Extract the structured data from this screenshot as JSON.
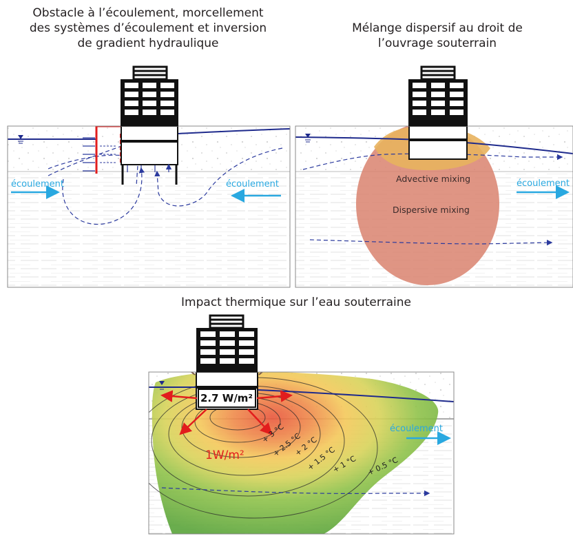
{
  "titles": {
    "panel1": {
      "line1": "Obstacle à l’écoulement, morcellement",
      "line2": "des systèmes d’écoulement et inversion",
      "line3": "de gradient hydraulique"
    },
    "panel2": {
      "line1": "Mélange dispersif au droit de",
      "line2": "l’ouvrage souterrain"
    },
    "panel3": "Impact thermique sur l’eau souterraine"
  },
  "labels": {
    "flow": "écoulement",
    "advective": "Advective mixing",
    "dispersive": "Dispersive mixing",
    "heat_flux_building": "2.7 W/m²",
    "heat_flux_ground": "1W/m²"
  },
  "isotherms": [
    "+ 3 °C",
    "+ 2.5 °C",
    "+ 2 °C",
    "+ 1.5 °C",
    "+ 1 °C",
    "+ 0.5 °C"
  ],
  "colors": {
    "water_table": "#1e2a8c",
    "flow_arrow": "#29a8e0",
    "dashed_flow": "#2b3a9e",
    "barrier": "#e21d1d",
    "dispersive_zone": "#d9826e",
    "advective_zone": "#e8b25e",
    "plume_outer": "#5eaa3c",
    "plume_core": "#e8553a"
  },
  "icons": [
    "water-table-icon",
    "building-icon",
    "flow-arrow-icon"
  ]
}
